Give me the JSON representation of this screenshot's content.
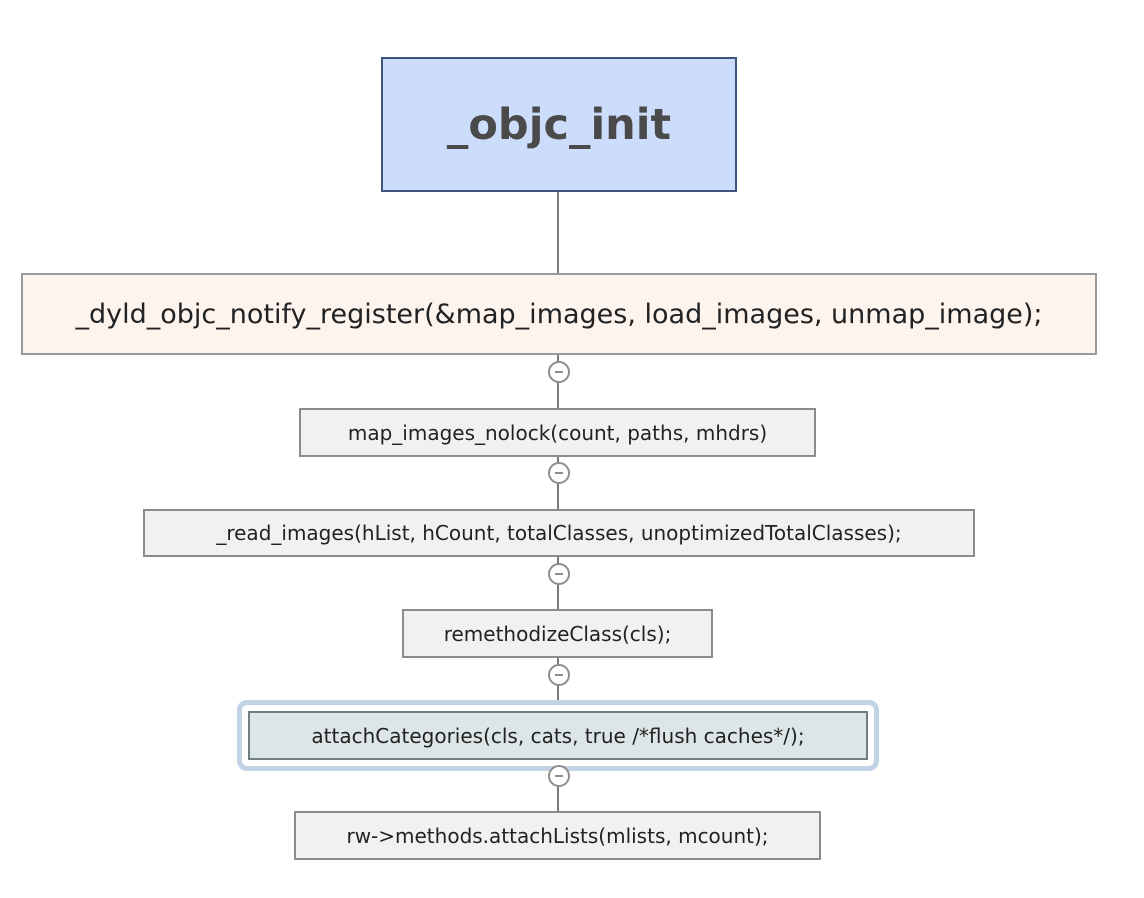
{
  "diagram": {
    "root": {
      "label": "_objc_init"
    },
    "main": {
      "label": "_dyld_objc_notify_register(&map_images, load_images, unmap_image);"
    },
    "children": [
      {
        "label": "map_images_nolock(count, paths, mhdrs)"
      },
      {
        "label": "_read_images(hList, hCount, totalClasses, unoptimizedTotalClasses);"
      },
      {
        "label": "remethodizeClass(cls);"
      },
      {
        "label": "attachCategories(cls, cats, true /*flush caches*/);"
      },
      {
        "label": "rw->methods.attachLists(mlists, mcount);"
      }
    ],
    "selected_index": 3,
    "colors": {
      "root_fill": "#ccdcfb",
      "root_border": "#3e5580",
      "main_fill": "#fdf4ee",
      "node_fill": "#f1f1f1",
      "selected_fill": "#dde6e6",
      "selection_halo": "#c3d3e6",
      "connector": "#7a7a7a"
    },
    "icons": {
      "collapse": "collapse-minus-icon"
    }
  }
}
